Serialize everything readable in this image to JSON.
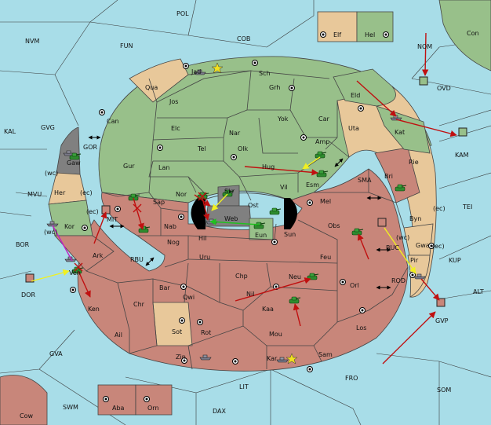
{
  "colors": {
    "sea": "#a8dde8",
    "green": "#98c08a",
    "red": "#c8867a",
    "tan": "#e8c89a",
    "grey": "#808080",
    "black": "#000000",
    "order_red": "#c01010",
    "order_yellow": "#f0f020",
    "order_green": "#20c020",
    "order_magenta": "#c020c0"
  },
  "labels": {
    "pol": "POL",
    "nvm": "NVM",
    "fun": "FUN",
    "cob": "COB",
    "nom": "NOM",
    "con": "Con",
    "elf": "Elf",
    "hel": "Hel",
    "ovd": "OVD",
    "kal": "KAL",
    "gvg": "GVG",
    "gor": "GOR",
    "gaw": "Gaw",
    "wc1": "(wc)",
    "her": "Her",
    "ec1": "(ec)",
    "mvu": "MVU",
    "mit": "MIT",
    "ec2": "(ec)",
    "wc2": "(wc)",
    "kor": "Kor",
    "bor": "BOR",
    "ark": "Ark",
    "rbu": "RBU",
    "ven": "Ven",
    "dor": "DOR",
    "ken": "Ken",
    "chr": "Chr",
    "ail": "Ail",
    "gva": "GVA",
    "swm": "SWM",
    "cow": "Cow",
    "aba": "Aba",
    "orn": "Orn",
    "dax": "DAX",
    "lit": "LIT",
    "fro": "FRO",
    "som": "SOM",
    "gvp": "GVP",
    "alt": "ALT",
    "kup": "KUP",
    "rod": "ROD",
    "pir": "Pir",
    "buc": "BUC",
    "gwa": "Gwa",
    "ec3": "(ec)",
    "wc3": "(wc)",
    "byn": "Byn",
    "ec4": "(ec)",
    "tei": "TEI",
    "rie": "Rie",
    "bri": "Bri",
    "sma": "SMA",
    "kam": "KAM",
    "kat": "Kat",
    "uta": "Uta",
    "eld": "Eld",
    "jad": "Jad",
    "sch": "Sch",
    "qua": "Qua",
    "jos": "Jos",
    "grh": "Grh",
    "can": "Can",
    "elc": "Elc",
    "nar": "Nar",
    "yok": "Yok",
    "car": "Car",
    "tel": "Tel",
    "olk": "Olk",
    "amp": "Amp",
    "gur": "Gur",
    "lan": "Lan",
    "hug": "Hug",
    "esm": "Esm",
    "nor": "Nor",
    "skr": "Skr",
    "vil": "Vil",
    "sap": "Sap",
    "web": "Web",
    "ost": "Ost",
    "mel": "Mel",
    "nab": "Nab",
    "eun": "Eun",
    "sun": "Sun",
    "obs": "Obs",
    "hil": "Hil",
    "nog": "Nog",
    "uru": "Uru",
    "feu": "Feu",
    "bar": "Bar",
    "chp": "Chp",
    "neu": "Neu",
    "orl": "Orl",
    "qwi": "Qwi",
    "nil": "Nil",
    "kaa": "Kaa",
    "sot": "Sot",
    "rot": "Rot",
    "mou": "Mou",
    "los": "Los",
    "zin": "Zin",
    "kar": "Kar",
    "sam": "Sam"
  }
}
